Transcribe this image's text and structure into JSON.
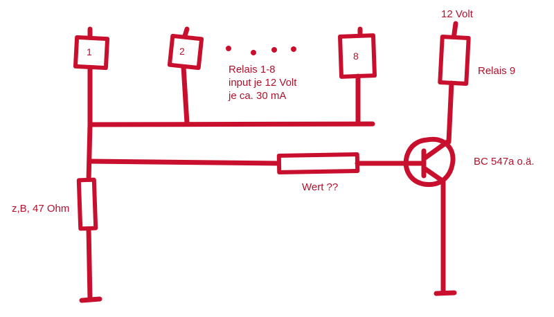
{
  "diagram": {
    "stroke_color": "#c8102e",
    "text_color": "#b0102a",
    "relays": [
      {
        "number": "1"
      },
      {
        "number": "2"
      },
      {
        "number": "8"
      }
    ],
    "relay_group_label": [
      "Relais 1-8",
      "input je 12 Volt",
      "je ca. 30 mA"
    ],
    "supply_label": "12 Volt",
    "relay9_label": "Relais 9",
    "transistor_label": "BC 547a o.ä.",
    "base_resistor_label": "Wert ??",
    "shunt_resistor_label": "z,B, 47 Ohm"
  }
}
